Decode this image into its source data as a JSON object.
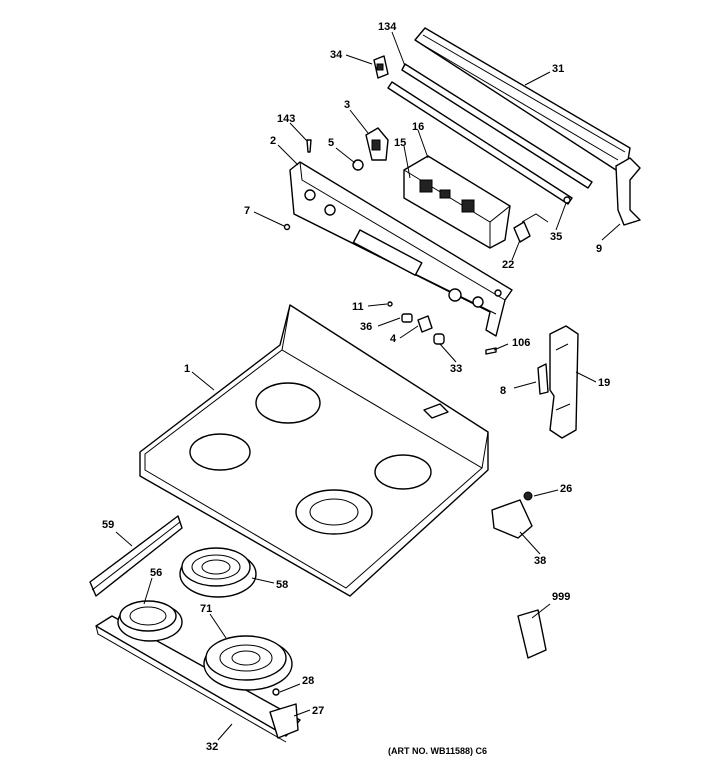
{
  "diagram": {
    "art_number": "(ART NO. WB11588) C6",
    "labels": {
      "p134": "134",
      "p31": "31",
      "p34": "34",
      "p3": "3",
      "p143": "143",
      "p5": "5",
      "p2": "2",
      "p16": "16",
      "p15": "15",
      "p7": "7",
      "p9": "9",
      "p22": "22",
      "p35": "35",
      "p11": "11",
      "p36": "36",
      "p4": "4",
      "p33": "33",
      "p106": "106",
      "p8": "8",
      "p19": "19",
      "p1": "1",
      "p26": "26",
      "p38": "38",
      "p59": "59",
      "p56": "56",
      "p58": "58",
      "p71": "71",
      "p999": "999",
      "p28": "28",
      "p27": "27",
      "p32": "32"
    }
  }
}
